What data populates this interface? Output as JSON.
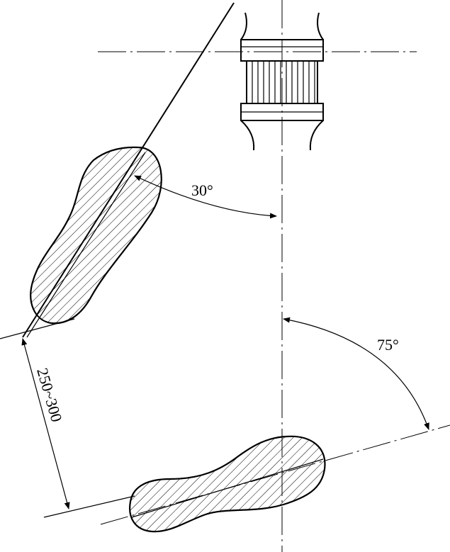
{
  "labels": {
    "angle_top": "30°",
    "angle_bottom": "75°",
    "distance": "250~300"
  },
  "colors": {
    "ink": "#000000",
    "background": "#ffffff"
  }
}
